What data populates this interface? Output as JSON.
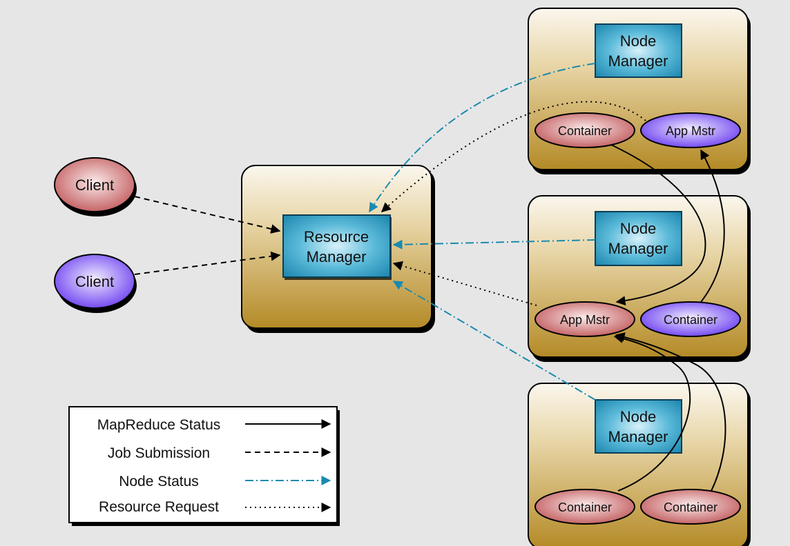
{
  "nodes": {
    "resource_manager": "Resource Manager",
    "resource_manager_lines": [
      "Resource",
      "Manager"
    ],
    "client_1": "Client",
    "client_2": "Client",
    "node_manager_lines": [
      "Node",
      "Manager"
    ],
    "node_1": {
      "left": "Container",
      "right": "App Mstr"
    },
    "node_2": {
      "left": "App Mstr",
      "right": "Container"
    },
    "node_3": {
      "left": "Container",
      "right": "Container"
    }
  },
  "legend": {
    "items": [
      {
        "label": "MapReduce Status",
        "style": "solid",
        "color": "#000000"
      },
      {
        "label": "Job Submission",
        "style": "dashed",
        "color": "#000000"
      },
      {
        "label": "Node Status",
        "style": "dash-dot",
        "color": "#1a8aae"
      },
      {
        "label": "Resource Request",
        "style": "dotted",
        "color": "#000000"
      }
    ]
  },
  "colors": {
    "background": "#e6e6e6",
    "box_gold": "#b8902c",
    "manager_blue": "#2a97bd",
    "ellipse_pink": "#c96a6a",
    "ellipse_purple": "#7a4cf0",
    "node_status": "#1a8aae"
  }
}
